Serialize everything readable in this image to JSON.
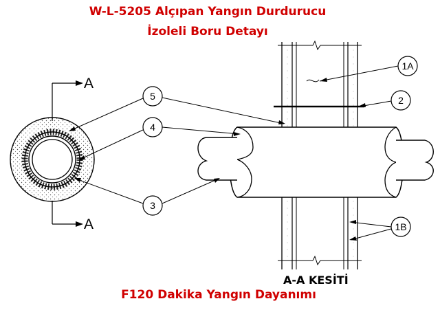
{
  "title_line1": "W-L-5205 Alçıpan Yangın Durdurucu",
  "title_line2": "İzoleli Boru Detayı",
  "footer": "F120 Dakika Yangın Dayanımı",
  "section_title": "A-A KESİTİ",
  "section_marker": "A",
  "callouts": [
    "1A",
    "2",
    "1B",
    "5",
    "4",
    "3"
  ],
  "colors": {
    "title": "#d00000",
    "line": "#000000"
  }
}
